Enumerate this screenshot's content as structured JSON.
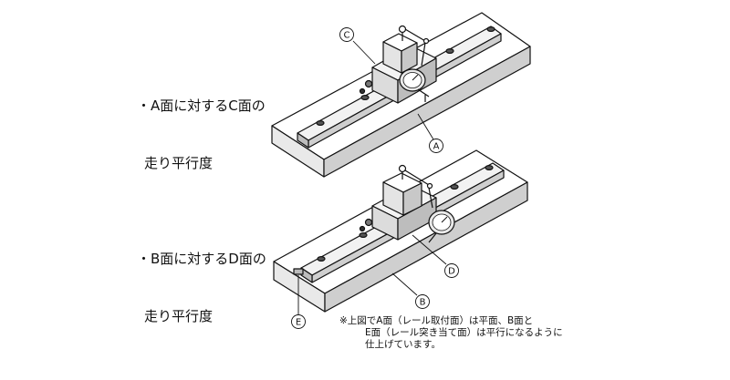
{
  "captions": [
    {
      "lines": [
        "・A面に対するC面の",
        "走り平行度"
      ]
    },
    {
      "lines": [
        "・B面に対するD面の",
        "走り平行度"
      ]
    }
  ],
  "callouts": {
    "a": "A",
    "b": "B",
    "c": "C",
    "d": "D",
    "e": "E"
  },
  "note": {
    "lines": [
      "※上図でA面（レール取付面）は平面、B面と",
      "E面（レール突き当て面）は平行になるように",
      "仕上げています。"
    ]
  }
}
